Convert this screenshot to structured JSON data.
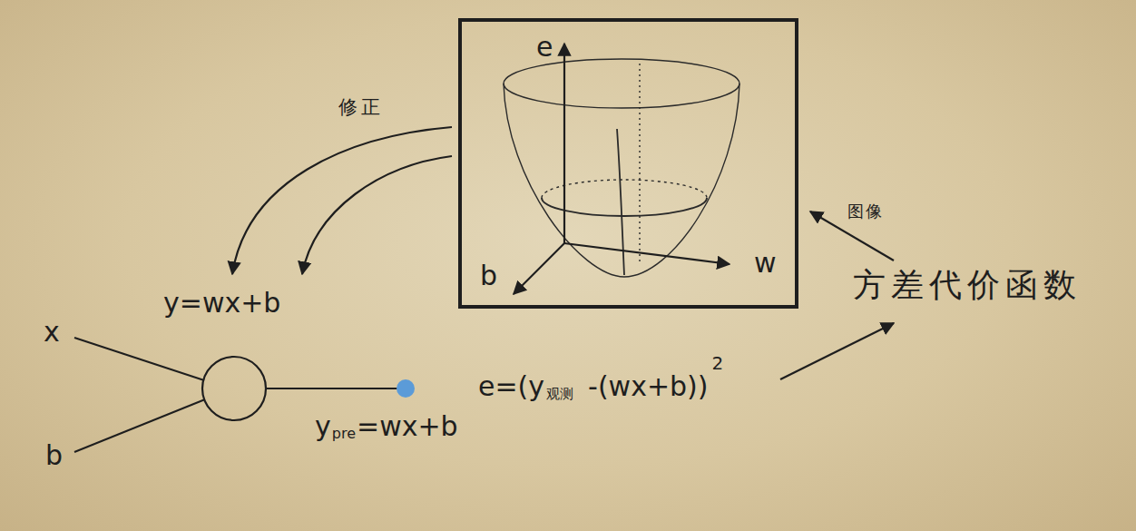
{
  "diagram": {
    "nodes": [
      {
        "text": [
          "e",
          "w",
          "b"
        ]
      }
    ],
    "labels": [
      "修正",
      "y=wx+b",
      "图像",
      "方差代价函数",
      "x",
      "b",
      "y",
      "pre",
      "=wx+b",
      "e=(y",
      "观测",
      "-(wx+b))",
      "2"
    ]
  }
}
